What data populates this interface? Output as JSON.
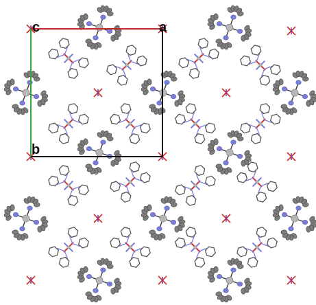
{
  "figure": {
    "axes": [
      {
        "label": "c",
        "role": "origin"
      },
      {
        "label": "a",
        "role": "a-axis"
      },
      {
        "label": "b",
        "role": "b-axis"
      }
    ]
  },
  "colors": {
    "background": "#ffffff",
    "a_axis": "#c0282a",
    "b_axis": "#37a537",
    "cell_edge": "#111111",
    "carbon_ring": "#555555",
    "nitrogen": "#7a7fd8",
    "oxygen": "#d62b2b",
    "metal": "#b8b8b8",
    "thermal_ellipsoid": "#7d7d7d",
    "anion_center": "#7a3fa0"
  },
  "molecule_types": [
    "cation-with-thermal-ellipsoids",
    "pyridyl-complex-wireframe",
    "perchlorate-anion"
  ]
}
